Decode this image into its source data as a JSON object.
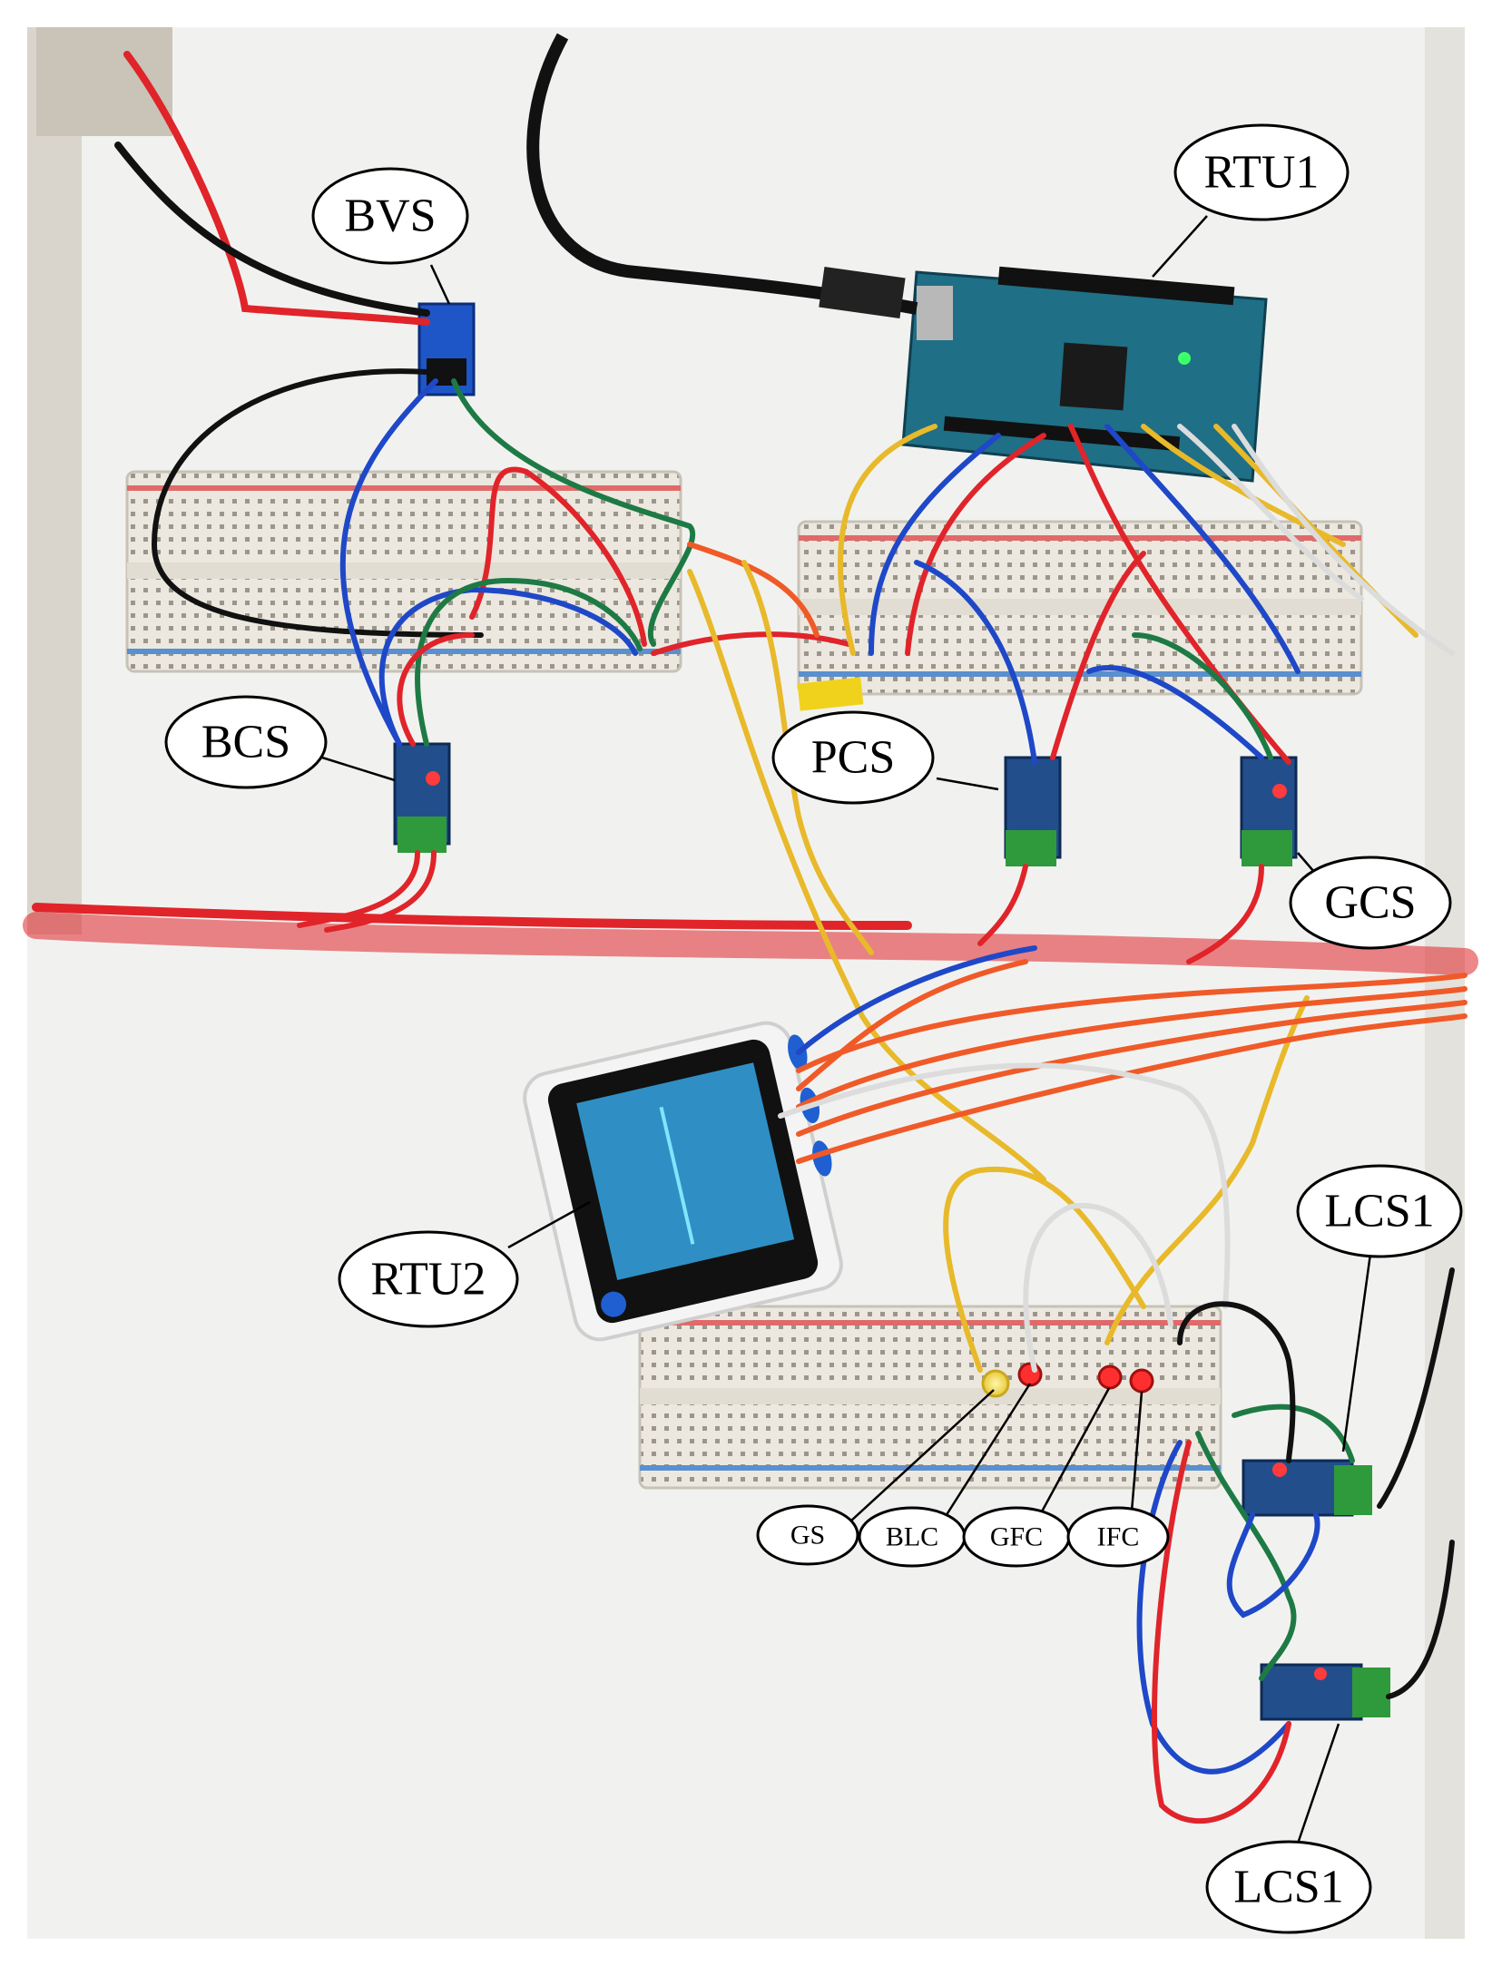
{
  "labels": {
    "bvs": "BVS",
    "rtu1": "RTU1",
    "bcs": "BCS",
    "pcs": "PCS",
    "gcs": "GCS",
    "rtu2": "RTU2",
    "lcs1_top": "LCS1",
    "lcs1_bottom": "LCS1",
    "gs": "GS",
    "blc": "BLC",
    "gfc": "GFC",
    "ifc": "IFC"
  },
  "colors": {
    "background": "#f1f2f0",
    "breadboard": "#ece8df",
    "arduino": "#1f6f86",
    "sensor_board": "#234e8c",
    "terminal_green": "#2e9a3b",
    "wire_red": "#e0242a",
    "wire_blue": "#1f48c8",
    "wire_green": "#1e7a45",
    "wire_yellow": "#e8b92a",
    "wire_orange": "#f05a28",
    "wire_black": "#111111",
    "wire_white": "#dcdcdc",
    "screen": "#2f8fc4"
  }
}
